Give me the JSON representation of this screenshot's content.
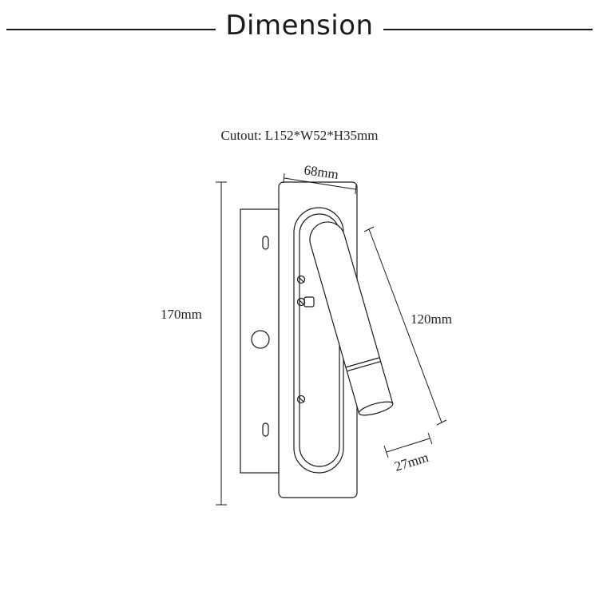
{
  "header": {
    "title": "Dimension"
  },
  "cutout": {
    "text": "Cutout: L152*W52*H35mm"
  },
  "dimensions": {
    "width_top": "68mm",
    "height": "170mm",
    "arm_length": "120mm",
    "head_diameter": "27mm"
  }
}
